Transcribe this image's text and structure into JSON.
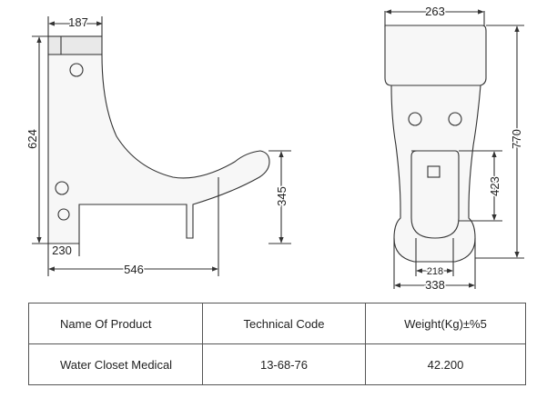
{
  "side_view": {
    "dim_top_width": "187",
    "dim_height": "624",
    "dim_outlet_height": "345",
    "dim_inlet_offset": "230",
    "dim_projection": "546"
  },
  "front_view": {
    "dim_top_width": "263",
    "dim_height": "770",
    "dim_bowl_height": "423",
    "dim_inner_width": "218",
    "dim_base_width": "338"
  },
  "table": {
    "headers": [
      "Name Of Product",
      "Technical Code",
      "Weight(Kg)±%5"
    ],
    "rows": [
      [
        "Water Closet Medical",
        "13-68-76",
        "42.200"
      ]
    ]
  }
}
